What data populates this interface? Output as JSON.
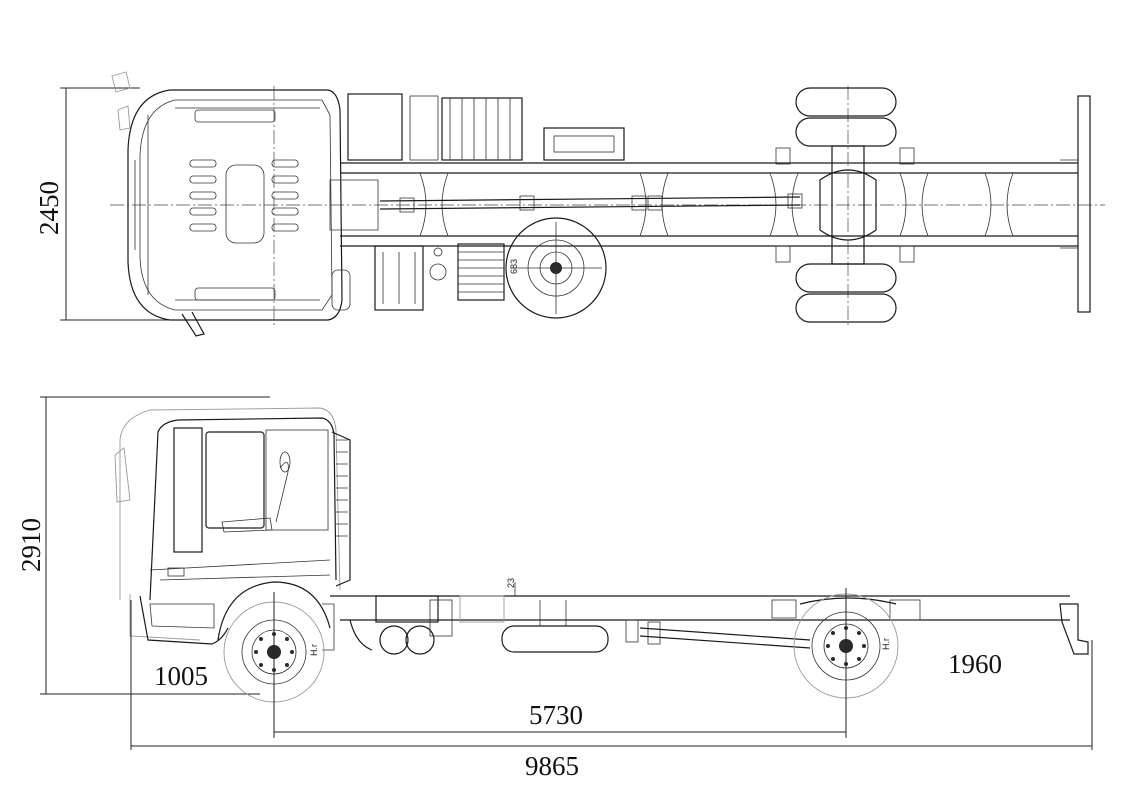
{
  "dimensions": {
    "overall_width": "2450",
    "overall_height": "2910",
    "front_overhang": "1005",
    "wheelbase": "5730",
    "rear_overhang": "1960",
    "overall_length": "9865"
  },
  "small_labels": {
    "top_wheel_dim": "683",
    "side_frame_dim": "23",
    "front_axle_mark": "H.r",
    "rear_axle_mark": "H.r"
  }
}
